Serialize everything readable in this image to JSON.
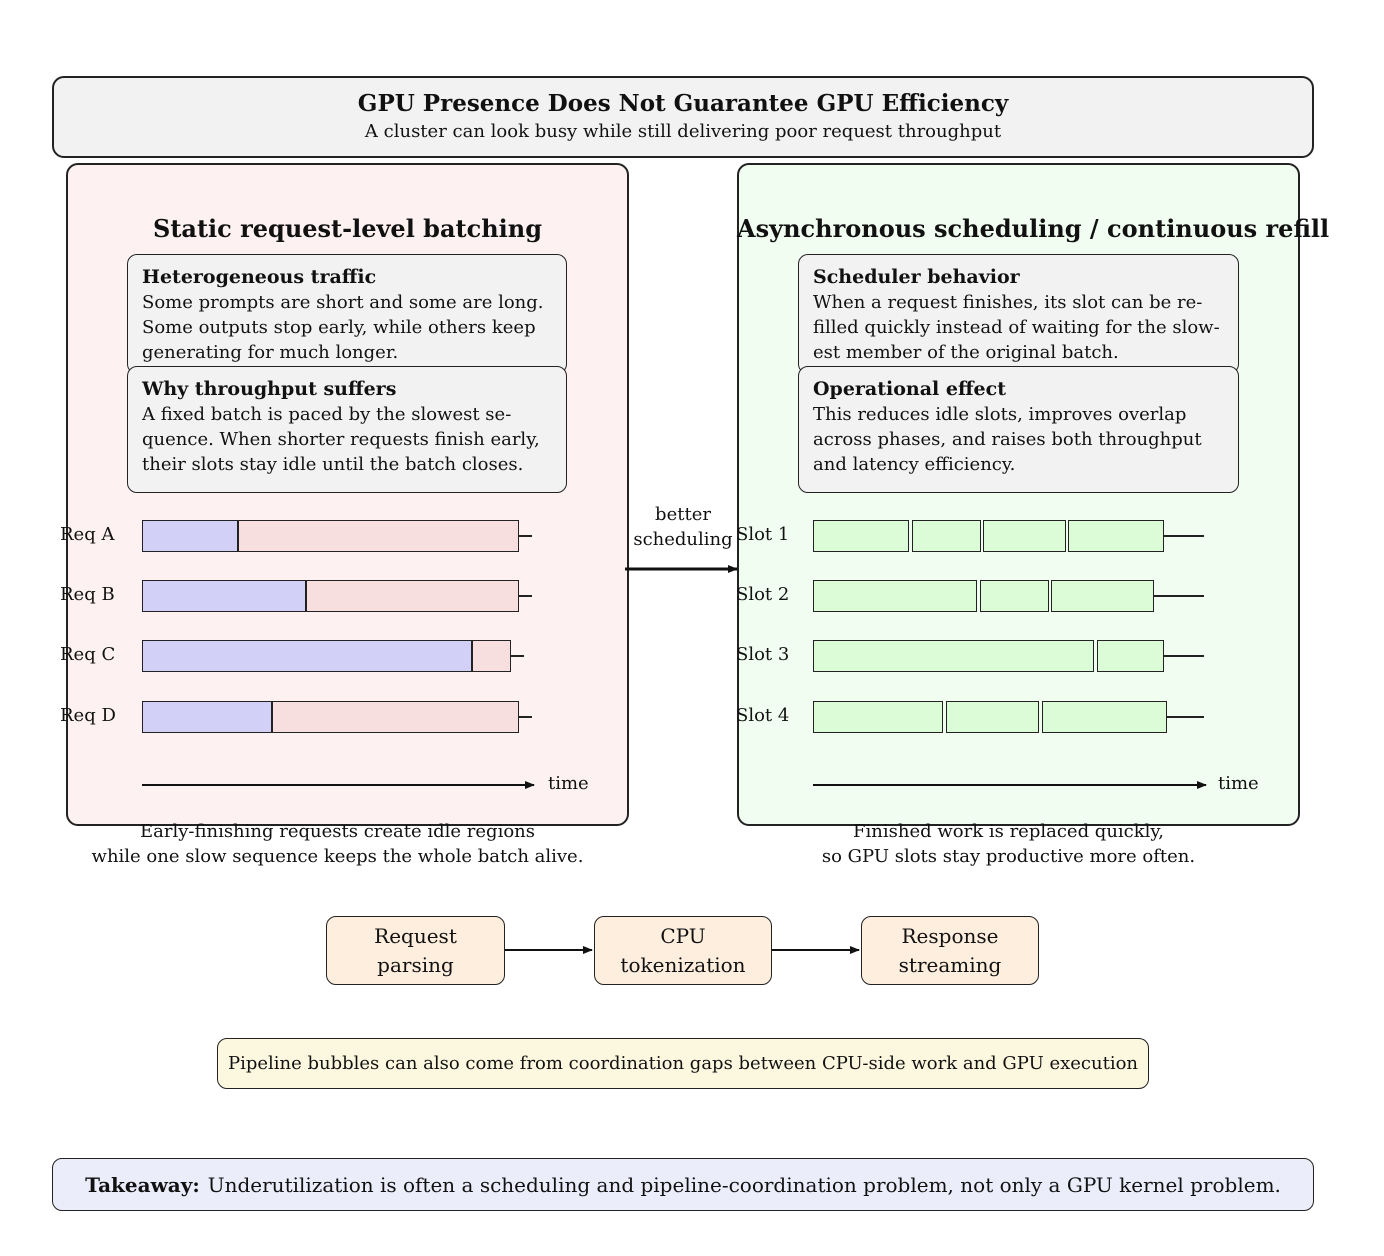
{
  "header": {
    "title": "GPU Presence Does Not Guarantee GPU Efficiency",
    "subtitle": "A cluster can look busy while still delivering poor request throughput"
  },
  "left_panel": {
    "title": "Static request-level batching",
    "card1": {
      "heading": "Heterogeneous traffic",
      "lines": [
        "Some prompts are short and some are long.",
        "Some outputs stop early, while others keep",
        "generating for much longer."
      ]
    },
    "card2": {
      "heading": "Why throughput suffers",
      "lines": [
        "A fixed batch is paced by the slowest se-",
        "quence.  When shorter requests finish early,",
        "their slots stay idle until the batch closes."
      ]
    },
    "rows": [
      {
        "label": "Req A",
        "busy_end": 0.255,
        "idle_end": 1.0
      },
      {
        "label": "Req B",
        "busy_end": 0.435,
        "idle_end": 1.0
      },
      {
        "label": "Req C",
        "busy_end": 0.875,
        "idle_end": 0.98
      },
      {
        "label": "Req D",
        "busy_end": 0.345,
        "idle_end": 1.0
      }
    ],
    "time_label": "time",
    "caption_lines": [
      "Early-finishing requests create idle regions",
      "while one slow sequence keeps the whole batch alive."
    ],
    "colors": {
      "busy": "#d2d0f7",
      "idle": "#f7dfdf",
      "panel_bg": "#fdf1f1"
    }
  },
  "arrow_label": [
    "better",
    "scheduling"
  ],
  "right_panel": {
    "title": "Asynchronous scheduling / continuous refill",
    "card1": {
      "heading": "Scheduler behavior",
      "lines": [
        "When a request finishes, its slot can be re-",
        "filled quickly instead of waiting for the slow-",
        "est member of the original batch."
      ]
    },
    "card2": {
      "heading": "Operational effect",
      "lines": [
        "This reduces idle slots, improves overlap",
        "across phases, and raises both throughput",
        "and latency efficiency."
      ]
    },
    "rows": [
      {
        "label": "Slot 1",
        "segments": [
          [
            0.0,
            0.255
          ],
          [
            0.262,
            0.445
          ],
          [
            0.452,
            0.67
          ],
          [
            0.677,
            0.93
          ]
        ]
      },
      {
        "label": "Slot 2",
        "segments": [
          [
            0.0,
            0.435
          ],
          [
            0.442,
            0.625
          ],
          [
            0.632,
            0.905
          ]
        ]
      },
      {
        "label": "Slot 3",
        "segments": [
          [
            0.0,
            0.745
          ],
          [
            0.752,
            0.93
          ]
        ]
      },
      {
        "label": "Slot 4",
        "segments": [
          [
            0.0,
            0.345
          ],
          [
            0.352,
            0.6
          ],
          [
            0.607,
            0.94
          ]
        ]
      }
    ],
    "time_label": "time",
    "caption_lines": [
      "Finished work is replaced quickly,",
      "so GPU slots stay productive more often."
    ],
    "colors": {
      "segment": "#dcfcd8",
      "panel_bg": "#f1fdf0"
    }
  },
  "pipeline": {
    "stages": [
      {
        "line1": "Request",
        "line2": "parsing"
      },
      {
        "line1": "CPU",
        "line2": "tokenization"
      },
      {
        "line1": "Response",
        "line2": "streaming"
      }
    ],
    "note": "Pipeline bubbles can also come from coordination gaps between CPU-side work and GPU execution"
  },
  "takeaway": {
    "label": "Takeaway:",
    "text": "Underutilization is often a scheduling and pipeline-coordination problem, not only a GPU kernel problem."
  }
}
